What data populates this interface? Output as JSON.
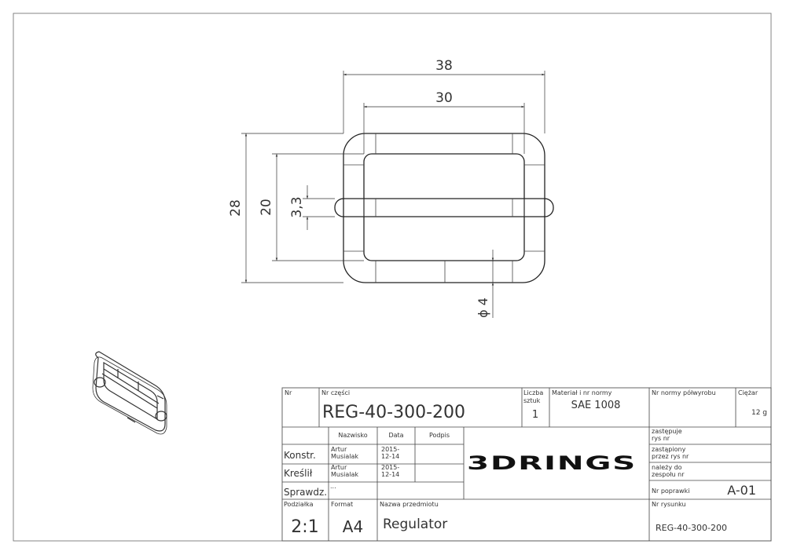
{
  "dimensions": {
    "width_outer": "38",
    "width_inner": "30",
    "height_outer": "28",
    "height_inner": "20",
    "bar_height": "3,3",
    "wire_diameter": "ϕ 4"
  },
  "title_block": {
    "h_nr": "Nr",
    "h_part_no": "Nr części",
    "part_no": "REG-40-300-200",
    "h_qty": "Liczba",
    "h_qty2": "sztuk",
    "qty": "1",
    "h_material": "Materiał i nr normy",
    "material": "SAE 1008",
    "h_semi_norm": "Nr normy półwyrobu",
    "h_weight": "Ciężar",
    "weight": "12 g",
    "h_name": "Nazwisko",
    "h_date": "Data",
    "h_sign": "Podpis",
    "row_constr": "Konstr.",
    "row_draw": "Kreślił",
    "row_check": "Sprawdz.",
    "constr_name_1": "Artur",
    "constr_name_2": "Musialak",
    "constr_date_1": "2015-",
    "constr_date_2": "12-14",
    "draw_name_1": "Artur",
    "draw_name_2": "Musialak",
    "draw_date_1": "2015-",
    "draw_date_2": "12-14",
    "check_value": "...",
    "logo_text": "3DRINGS",
    "h_replaces_1": "zastępuje",
    "h_replaces_2": "rys nr",
    "h_replaced_1": "zastąpiony",
    "h_replaced_2": "przez rys nr",
    "h_belongs_1": "należy do",
    "h_belongs_2": "zespołu nr",
    "h_revision": "Nr poprawki",
    "revision": "A-01",
    "h_scale": "Podziałka",
    "scale": "2:1",
    "h_format": "Format",
    "format": "A4",
    "h_item_name": "Nazwa przedmiotu",
    "item_name": "Regulator",
    "h_drawing_no": "Nr rysunku",
    "drawing_no": "REG-40-300-200"
  }
}
